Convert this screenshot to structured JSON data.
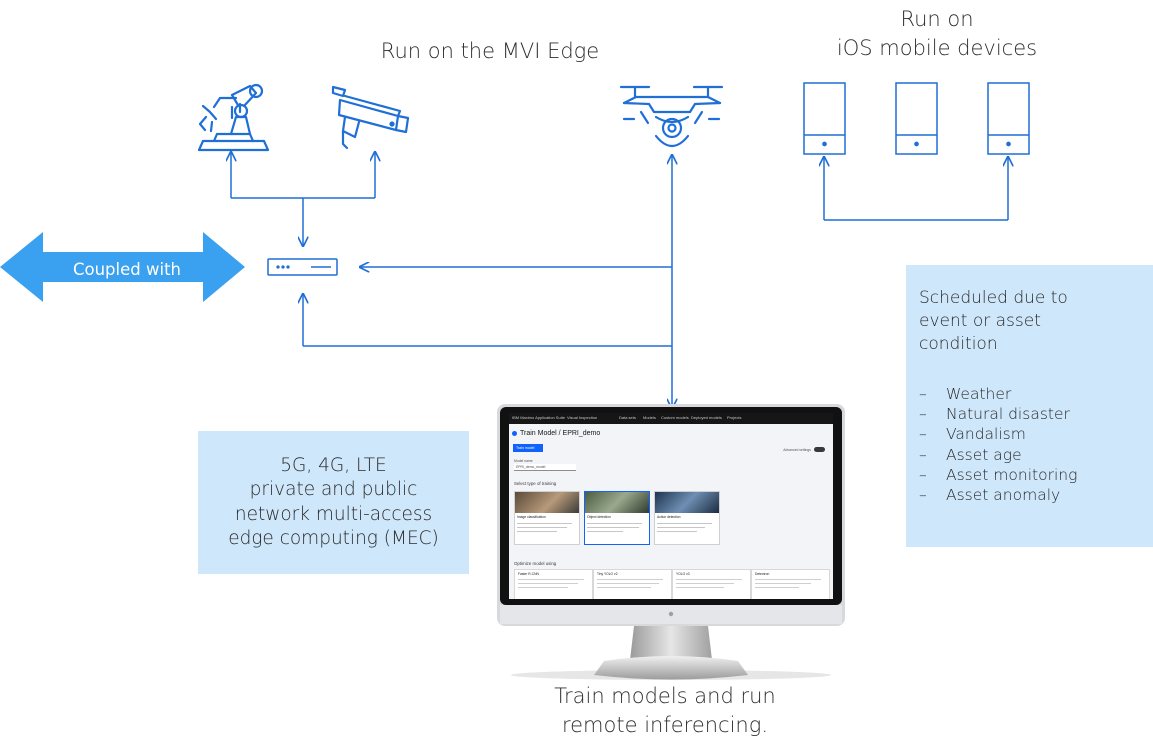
{
  "labels": {
    "mvi_edge": "Run on the MVI Edge",
    "ios_line1": "Run on",
    "ios_line2": "iOS mobile devices",
    "coupled": "Coupled with",
    "caption_line1": "Train models and run",
    "caption_line2": "remote inferencing."
  },
  "network_box": {
    "lines": [
      "5G, 4G, LTE",
      "private and public",
      "network multi-access",
      "edge computing (MEC)"
    ]
  },
  "schedule_box": {
    "title_lines": [
      "Scheduled due to",
      "event or asset",
      "condition"
    ],
    "bullet": "–",
    "items": [
      "Weather",
      "Natural disaster",
      "Vandalism",
      "Asset age",
      "Asset monitoring",
      "Asset anomaly"
    ]
  },
  "screen": {
    "topbar_app": "IBM Maximo Application Suite",
    "topbar_module": "Visual Inspection",
    "nav": [
      "Data sets",
      "Models",
      "Custom models",
      "Deployed models",
      "Projects"
    ],
    "title": "Train Model / EPRI_demo",
    "train_button": "Train model",
    "model_name_label": "Model name",
    "model_name_value": "EPRI_demo_model",
    "select_type": "Select type of training",
    "advanced": "Advanced settings",
    "cards": [
      "Image classification",
      "Object detection",
      "Action detection"
    ],
    "optimize": "Optimize model using",
    "options": [
      "Faster R-CNN",
      "Tiny YOLO v2",
      "YOLO v3",
      "Detectron"
    ]
  },
  "colors": {
    "accent_blue": "#1f6fd6",
    "arrow_blue": "#2a8de8",
    "box_fill": "#cfe7fb",
    "coupled_arrow": "#3aa0f0"
  },
  "icons": [
    "robot-arm-icon",
    "security-camera-icon",
    "drone-icon",
    "mobile-device-icon",
    "edge-server-icon",
    "monitor-icon"
  ]
}
